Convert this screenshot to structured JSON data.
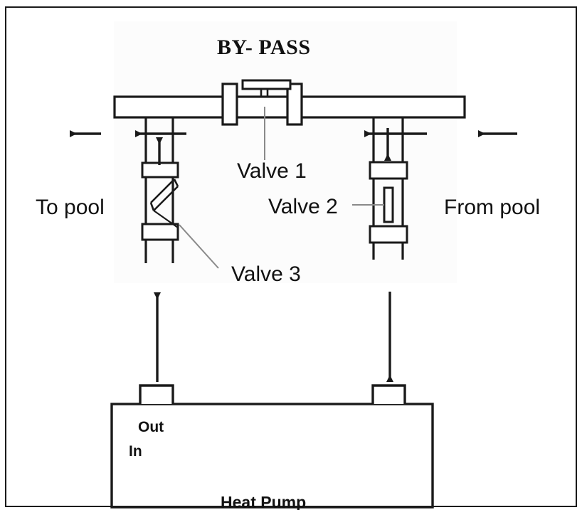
{
  "figure": {
    "title": "BY- PASS",
    "kind": "piping-schematic"
  },
  "labels": {
    "valve1": "Valve 1",
    "valve2": "Valve 2",
    "valve3": "Valve 3",
    "to_pool": "To pool",
    "from_pool": "From pool",
    "out_port": "Out",
    "in_port": "In",
    "equipment": "Heat Pump"
  },
  "colors": {
    "line": "#1a1a1a",
    "leader": "#8a8a8a",
    "text": "#111111",
    "background": "#ffffff",
    "panel": "#fcfcfc"
  },
  "flow_arrows": [
    {
      "name": "to-pool-outer",
      "direction": "left"
    },
    {
      "name": "to-pool-inner",
      "direction": "left"
    },
    {
      "name": "left-riser-up",
      "direction": "up"
    },
    {
      "name": "from-pool-inner",
      "direction": "left"
    },
    {
      "name": "right-downcomer",
      "direction": "down"
    },
    {
      "name": "from-pool-outer",
      "direction": "left"
    },
    {
      "name": "heat-pump-out",
      "direction": "up"
    },
    {
      "name": "heat-pump-in",
      "direction": "down"
    }
  ],
  "components": [
    {
      "name": "bypass-header-pipe",
      "type": "pipe"
    },
    {
      "name": "valve-1",
      "type": "gate-valve-with-handwheel"
    },
    {
      "name": "valve-2",
      "type": "globe-valve"
    },
    {
      "name": "valve-3",
      "type": "check-valve"
    },
    {
      "name": "heat-pump-unit",
      "type": "equipment-box"
    },
    {
      "name": "heat-pump-out-nozzle",
      "type": "nozzle"
    },
    {
      "name": "heat-pump-in-nozzle",
      "type": "nozzle"
    }
  ]
}
